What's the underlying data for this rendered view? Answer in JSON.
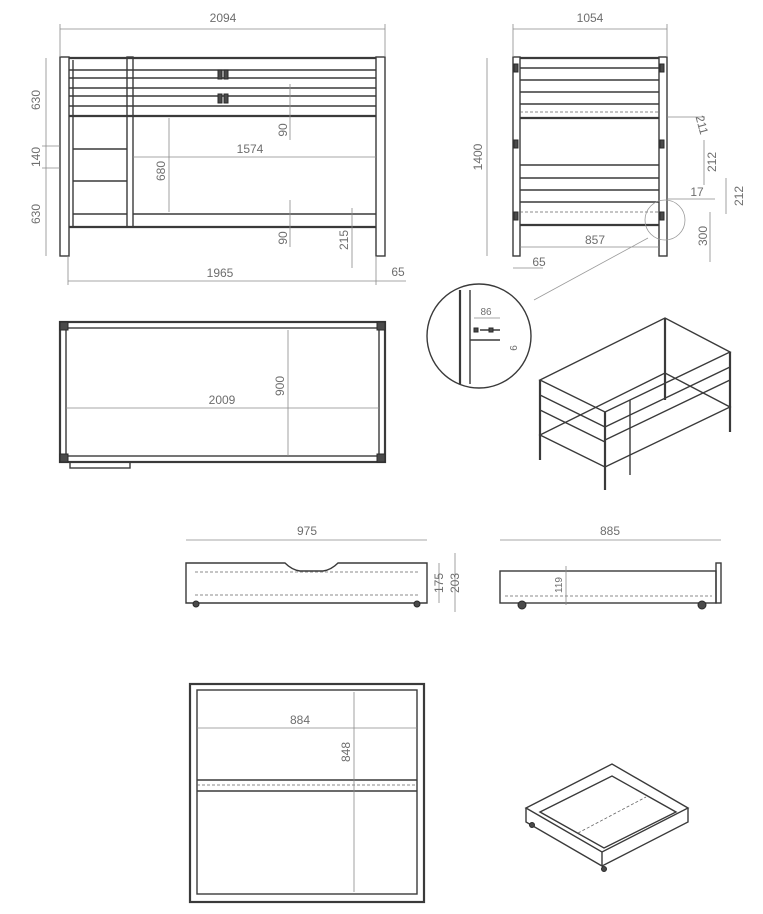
{
  "bunk_front": {
    "width_total": "2094",
    "upper_height": "630",
    "gap": "140",
    "lower_height": "630",
    "rail_inner": "90",
    "rail_inner_low": "90",
    "inner_length": "1574",
    "ladder_gap": "680",
    "floor_clearance": "215",
    "base_length": "1965",
    "post": "65"
  },
  "bunk_side": {
    "width": "1054",
    "height": "1400",
    "rail_a": "211",
    "rail_b": "212",
    "rail_c": "212",
    "offset": "17",
    "clearance": "300",
    "inner_width": "857",
    "post": "65"
  },
  "detail": {
    "d1": "86",
    "d2": "6"
  },
  "top_view": {
    "length": "2009",
    "width": "900"
  },
  "drawer_front": {
    "width": "975",
    "height_a": "175",
    "height_b": "203"
  },
  "drawer_side": {
    "width": "885",
    "height": "119"
  },
  "drawer_top": {
    "width": "884",
    "depth": "848"
  }
}
